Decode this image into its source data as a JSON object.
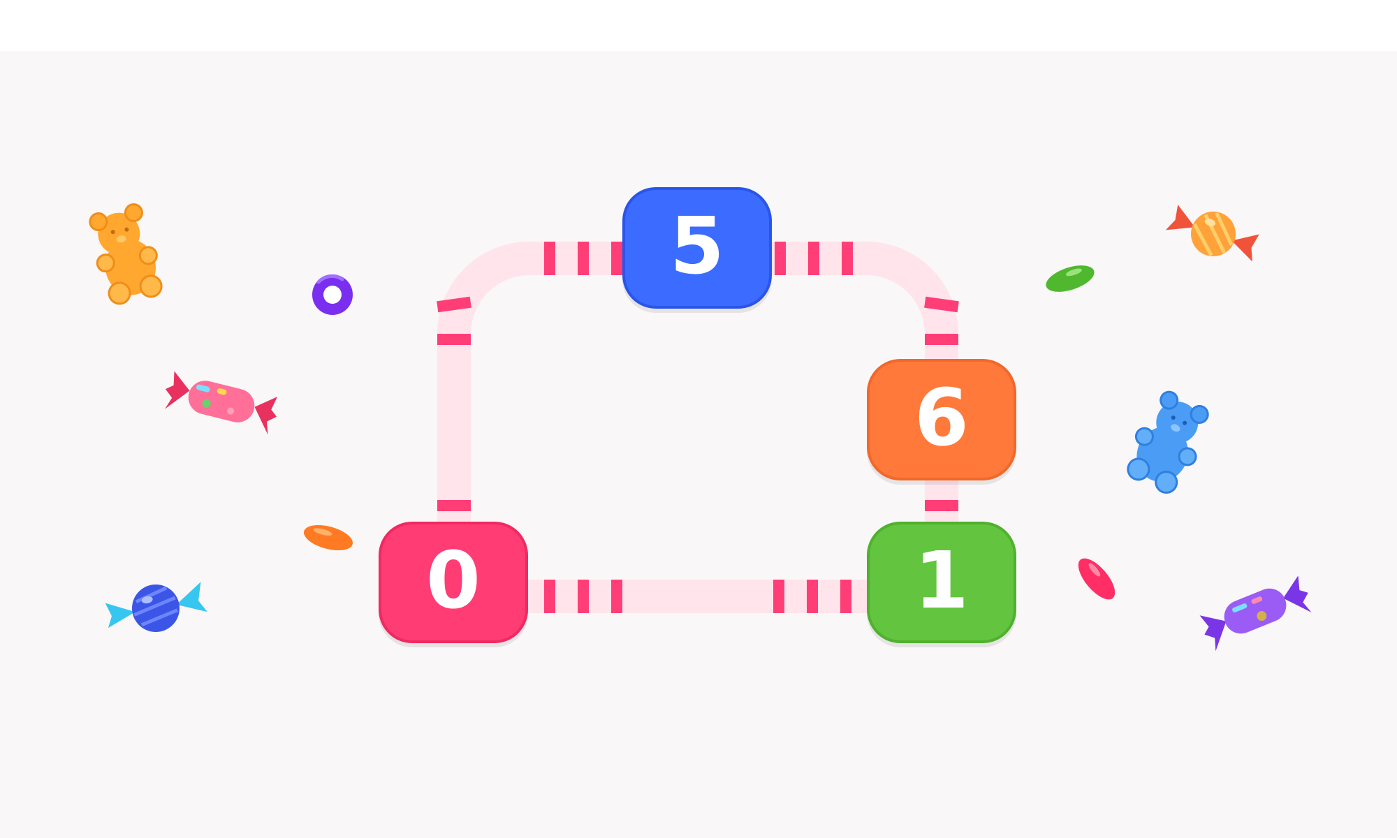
{
  "board": {
    "background_color": "#f9f7f8",
    "path_color": "#ffe4ec",
    "stripe_color": "#ff3e77"
  },
  "tiles": [
    {
      "id": "tile-5",
      "value": "5",
      "color": "#3b6bff",
      "border": "#2a55e8"
    },
    {
      "id": "tile-6",
      "value": "6",
      "color": "#ff7a3a",
      "border": "#f2682a"
    },
    {
      "id": "tile-0",
      "value": "0",
      "color": "#ff3c73",
      "border": "#ef2a61"
    },
    {
      "id": "tile-1",
      "value": "1",
      "color": "#63c43f",
      "border": "#50b02f"
    }
  ],
  "decorations": [
    "orange-gummy-bear-icon",
    "purple-ring-candy-icon",
    "pink-wrapped-candy-icon",
    "orange-jelly-bean-icon",
    "blue-wrapped-candy-icon",
    "orange-wrapped-candy-icon",
    "green-jelly-bean-icon",
    "blue-gummy-bear-icon",
    "pink-jelly-bean-icon",
    "purple-wrapped-candy-icon"
  ]
}
